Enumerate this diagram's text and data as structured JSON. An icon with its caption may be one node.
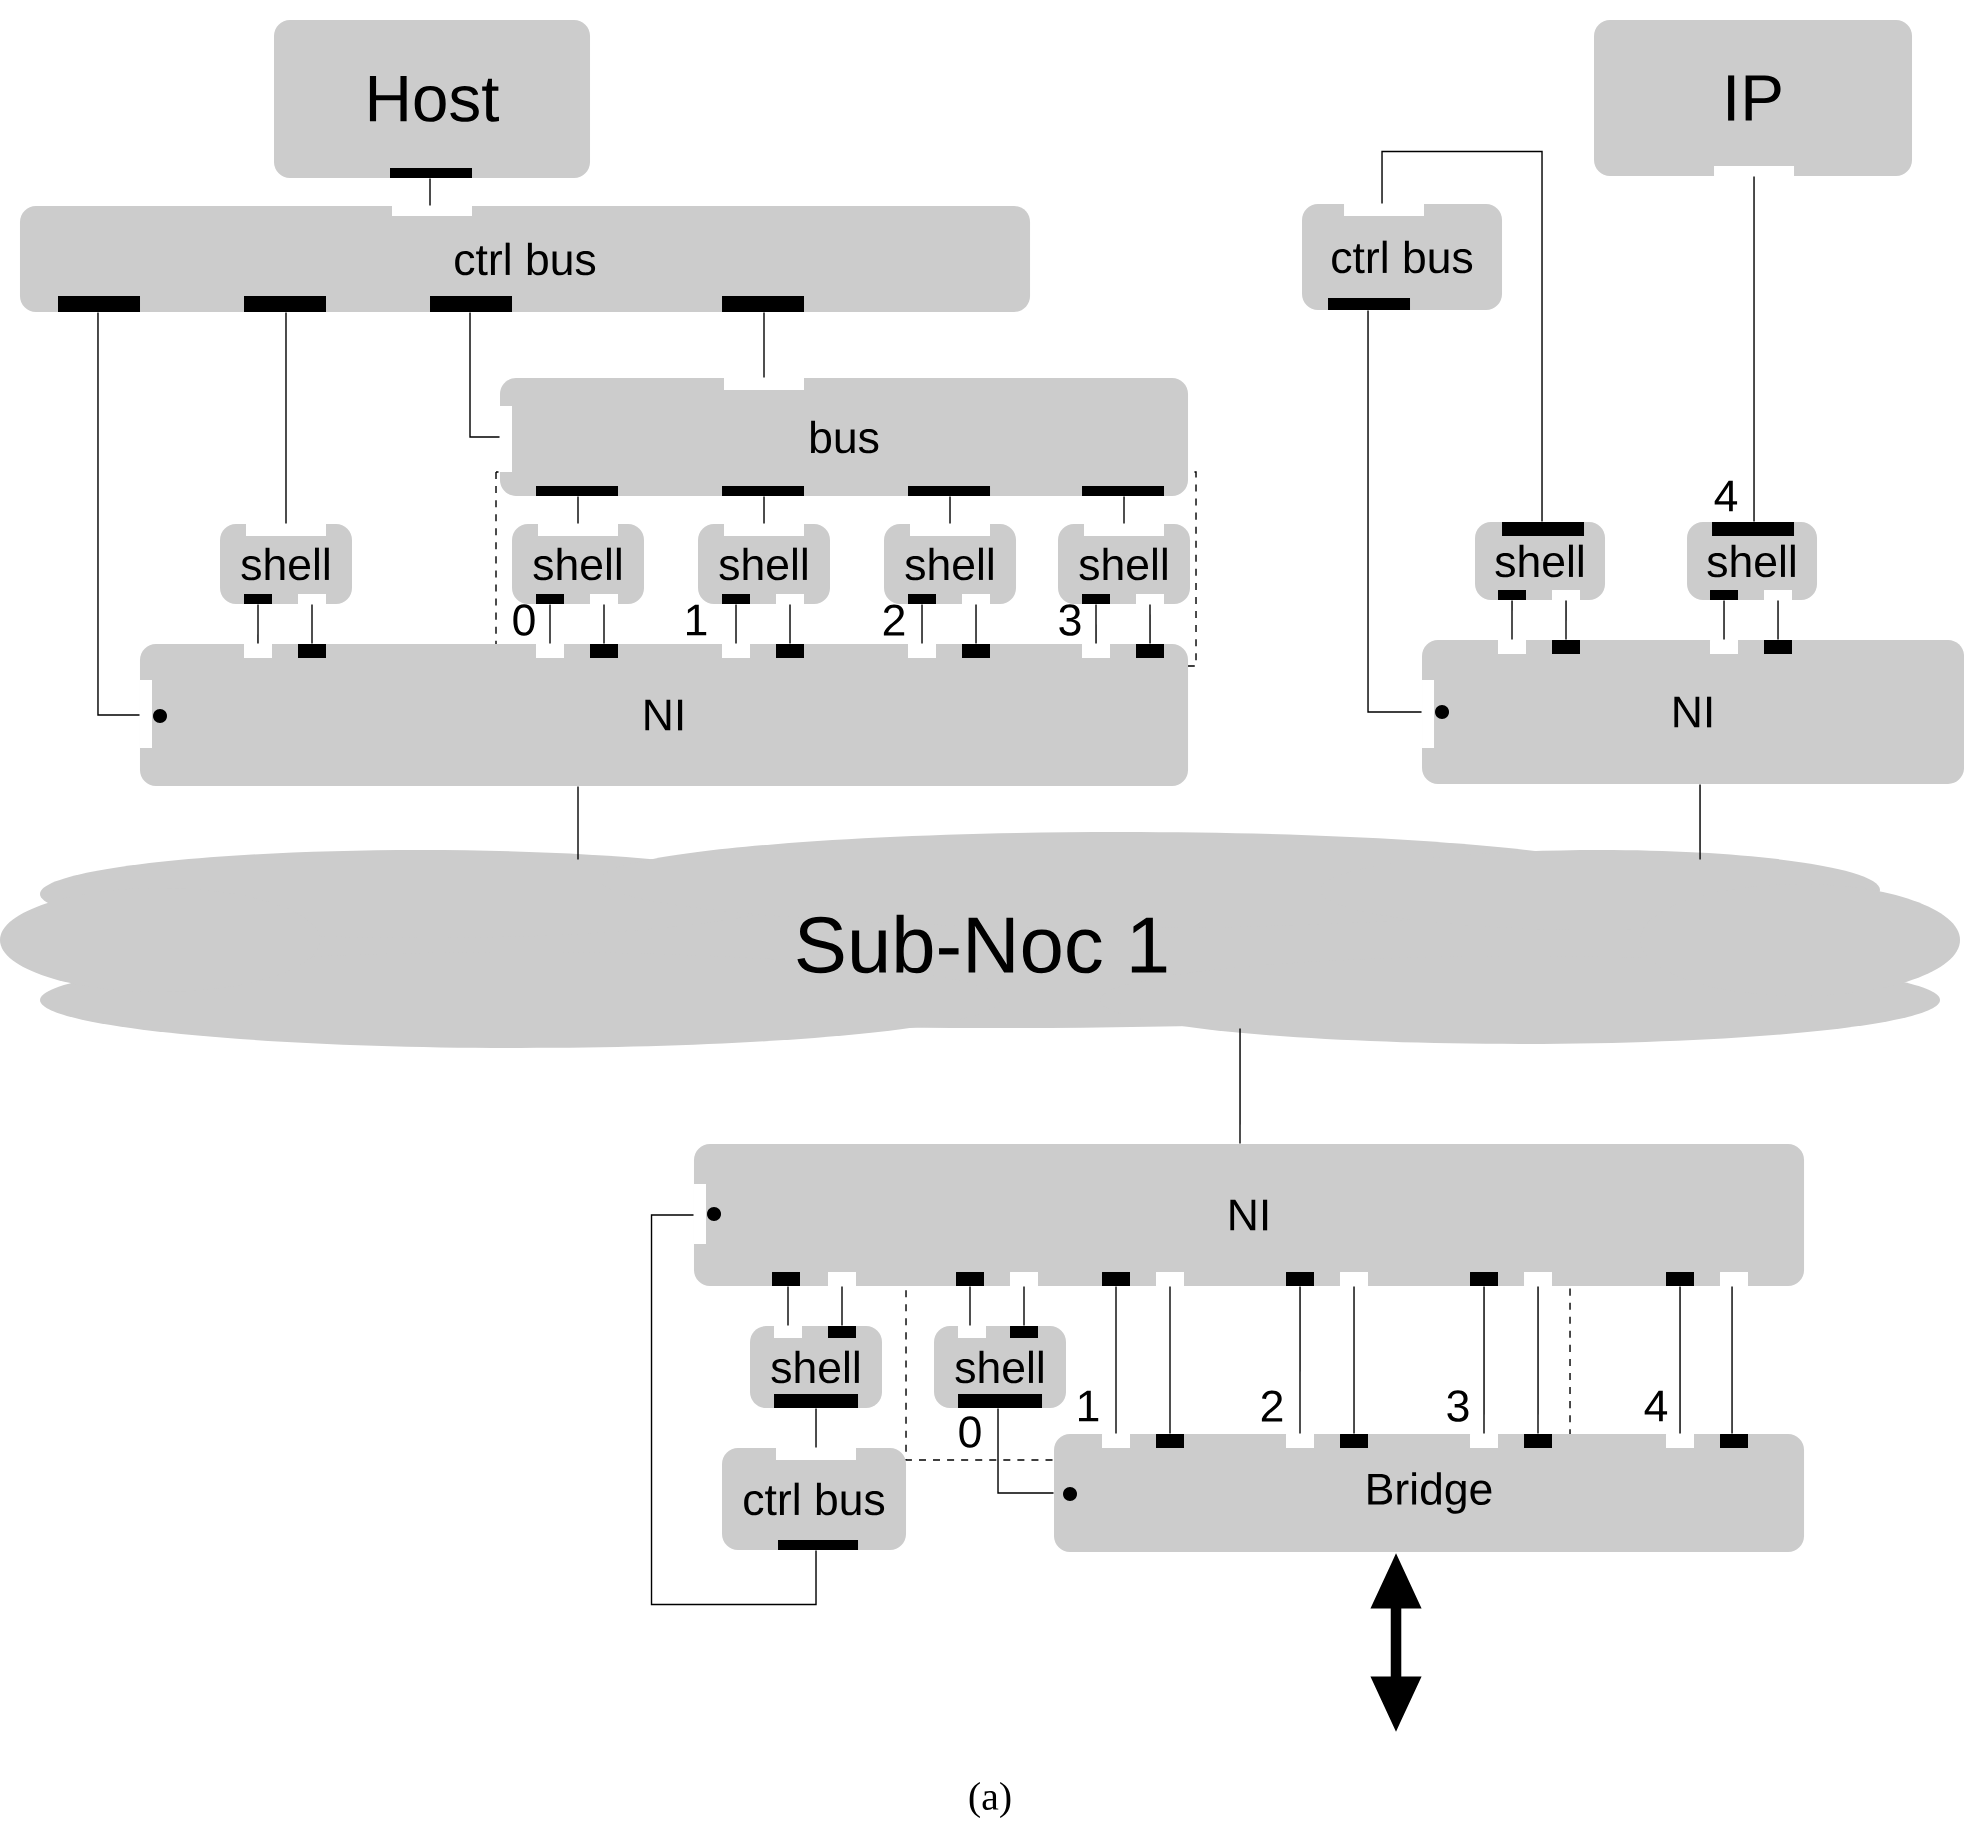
{
  "diagram": {
    "caption": "(a)",
    "nodes": [
      {
        "text": [
          "Host"
        ]
      },
      {
        "text": [
          "ctrl bus"
        ]
      },
      {
        "text": [
          "bus"
        ]
      },
      {
        "text": [
          "shell"
        ]
      },
      {
        "text": [
          "shell"
        ]
      },
      {
        "text": [
          "shell"
        ]
      },
      {
        "text": [
          "shell"
        ]
      },
      {
        "text": [
          "shell"
        ]
      },
      {
        "text": [
          "NI"
        ]
      },
      {
        "text": [
          "IP"
        ]
      },
      {
        "text": [
          "ctrl bus"
        ]
      },
      {
        "text": [
          "shell"
        ]
      },
      {
        "text": [
          "shell"
        ]
      },
      {
        "text": [
          "NI"
        ]
      },
      {
        "text": [
          "Sub-Noc 1"
        ]
      },
      {
        "text": [
          "NI"
        ]
      },
      {
        "text": [
          "shell"
        ]
      },
      {
        "text": [
          "shell"
        ]
      },
      {
        "text": [
          "ctrl bus"
        ]
      },
      {
        "text": [
          "Bridge"
        ]
      }
    ],
    "edges": [
      {
        "from": 0,
        "to": 1,
        "arrow": "none"
      },
      {
        "from": 1,
        "to": 8,
        "arrow": "none"
      },
      {
        "from": 1,
        "to": 3,
        "arrow": "none"
      },
      {
        "from": 1,
        "to": 2,
        "arrow": "none"
      },
      {
        "from": 1,
        "to": 2,
        "arrow": "none"
      },
      {
        "from": 2,
        "to": 4,
        "arrow": "none"
      },
      {
        "from": 2,
        "to": 5,
        "arrow": "none"
      },
      {
        "from": 2,
        "to": 6,
        "arrow": "none"
      },
      {
        "from": 2,
        "to": 7,
        "arrow": "none"
      },
      {
        "from": 3,
        "to": 8,
        "arrow": "none"
      },
      {
        "from": 3,
        "to": 8,
        "arrow": "none"
      },
      {
        "from": 4,
        "to": 8,
        "arrow": "none"
      },
      {
        "from": 4,
        "to": 8,
        "arrow": "none"
      },
      {
        "from": 5,
        "to": 8,
        "arrow": "none"
      },
      {
        "from": 5,
        "to": 8,
        "arrow": "none"
      },
      {
        "from": 6,
        "to": 8,
        "arrow": "none"
      },
      {
        "from": 6,
        "to": 8,
        "arrow": "none"
      },
      {
        "from": 7,
        "to": 8,
        "arrow": "none"
      },
      {
        "from": 7,
        "to": 8,
        "arrow": "none"
      },
      {
        "from": 8,
        "to": 14,
        "arrow": "none"
      },
      {
        "from": 9,
        "to": 12,
        "arrow": "none"
      },
      {
        "from": 10,
        "to": 11,
        "arrow": "none"
      },
      {
        "from": 10,
        "to": 13,
        "arrow": "none"
      },
      {
        "from": 11,
        "to": 13,
        "arrow": "none"
      },
      {
        "from": 11,
        "to": 13,
        "arrow": "none"
      },
      {
        "from": 12,
        "to": 13,
        "arrow": "none"
      },
      {
        "from": 12,
        "to": 13,
        "arrow": "none"
      },
      {
        "from": 13,
        "to": 14,
        "arrow": "none"
      },
      {
        "from": 14,
        "to": 15,
        "arrow": "none"
      },
      {
        "from": 15,
        "to": 16,
        "arrow": "none"
      },
      {
        "from": 15,
        "to": 16,
        "arrow": "none"
      },
      {
        "from": 15,
        "to": 17,
        "arrow": "none"
      },
      {
        "from": 15,
        "to": 17,
        "arrow": "none"
      },
      {
        "from": 15,
        "to": 19,
        "arrow": "none"
      },
      {
        "from": 15,
        "to": 19,
        "arrow": "none"
      },
      {
        "from": 15,
        "to": 19,
        "arrow": "none"
      },
      {
        "from": 15,
        "to": 19,
        "arrow": "none"
      },
      {
        "from": 15,
        "to": 19,
        "arrow": "none"
      },
      {
        "from": 15,
        "to": 19,
        "arrow": "none"
      },
      {
        "from": 15,
        "to": 19,
        "arrow": "none"
      },
      {
        "from": 15,
        "to": 19,
        "arrow": "none"
      },
      {
        "from": 16,
        "to": 18,
        "arrow": "none"
      },
      {
        "from": 18,
        "to": 15,
        "arrow": "none"
      },
      {
        "from": 17,
        "to": 19,
        "arrow": "none"
      },
      {
        "from": null,
        "to": 19,
        "arrow": "both",
        "style": "thick"
      }
    ],
    "labels": [
      "0",
      "1",
      "2",
      "3",
      "4",
      "0",
      "1",
      "2",
      "3",
      "4"
    ]
  }
}
